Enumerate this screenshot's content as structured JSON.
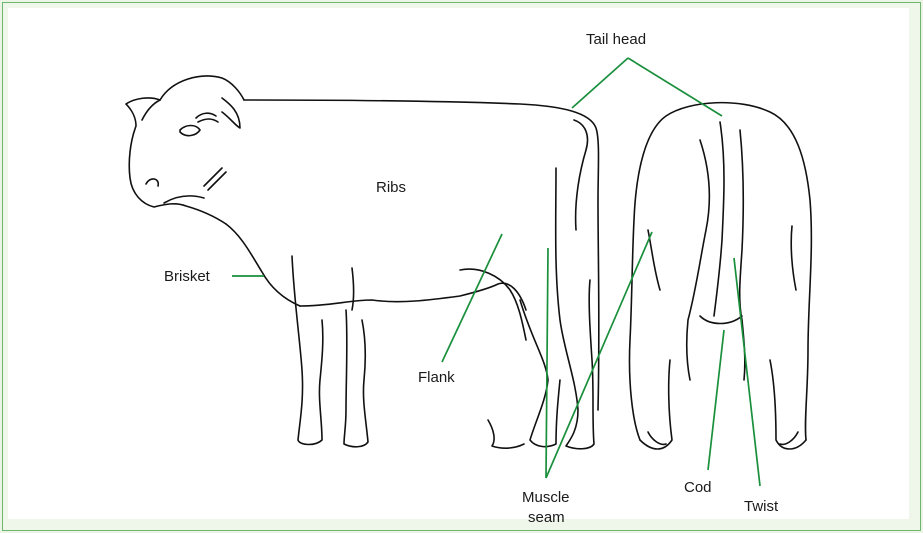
{
  "labels": {
    "tail_head": "Tail head",
    "ribs": "Ribs",
    "brisket": "Brisket",
    "flank": "Flank",
    "muscle_seam_line1": "Muscle",
    "muscle_seam_line2": "seam",
    "cod": "Cod",
    "twist": "Twist"
  },
  "colors": {
    "leader": "#1a8f3c",
    "outline": "#111111",
    "frame_border": "#6fb46f",
    "frame_fill": "#eef7ea"
  }
}
